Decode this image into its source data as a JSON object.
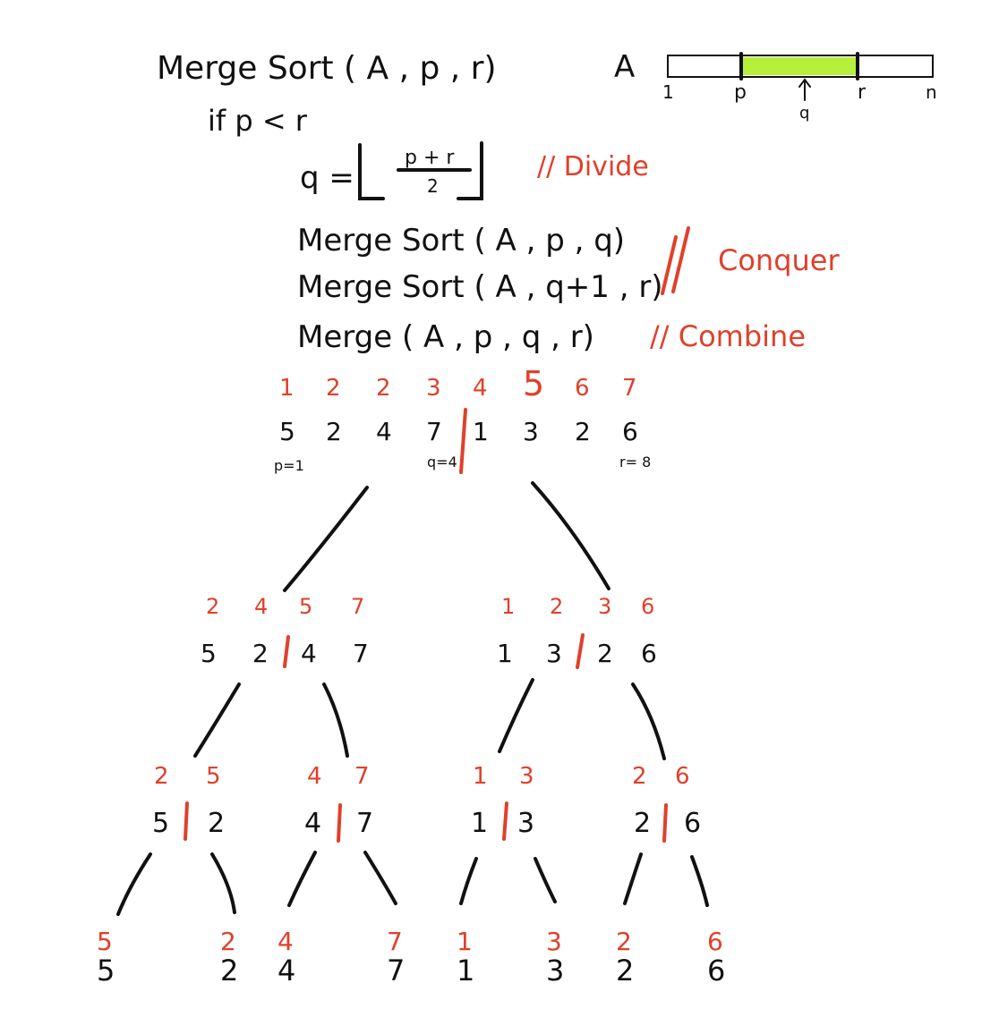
{
  "code": {
    "line1": "Merge Sort ( A , p , r)",
    "line2": "if  p < r",
    "line3_lhs": "q =",
    "line3_num": "p + r",
    "line3_den": "2",
    "line4": "Merge Sort ( A , p , q)",
    "line5": "Merge Sort ( A , q+1 , r)",
    "line6": "Merge ( A , p , q , r)"
  },
  "comments": {
    "divide": "// Divide",
    "conquer_slash": "//",
    "conquer": "Conquer",
    "combine": "// Combine"
  },
  "array_diagram": {
    "name": "A",
    "labels": [
      "1",
      "p",
      "q",
      "r",
      "n"
    ],
    "highlight_color": "#b6f03a"
  },
  "tree": {
    "root_sorted": [
      "1",
      "2",
      "2",
      "3",
      "4",
      "5",
      "6",
      "7"
    ],
    "root_input": [
      "5",
      "2",
      "4",
      "7",
      "1",
      "3",
      "2",
      "6"
    ],
    "root_p": "p=1",
    "root_q": "q=4",
    "root_r": "r= 8",
    "level1": [
      {
        "sorted": [
          "2",
          "4",
          "5",
          "7"
        ],
        "left": [
          "5",
          "2"
        ],
        "right": [
          "4",
          "7"
        ]
      },
      {
        "sorted": [
          "1",
          "2",
          "3",
          "6"
        ],
        "left": [
          "1",
          "3"
        ],
        "right": [
          "2",
          "6"
        ]
      }
    ],
    "level2": [
      {
        "sorted": [
          "2",
          "5"
        ],
        "left": "5",
        "right": "2"
      },
      {
        "sorted": [
          "4",
          "7"
        ],
        "left": "4",
        "right": "7"
      },
      {
        "sorted": [
          "1",
          "3"
        ],
        "left": "1",
        "right": "3"
      },
      {
        "sorted": [
          "2",
          "6"
        ],
        "left": "2",
        "right": "6"
      }
    ],
    "leaves": [
      {
        "red": "5",
        "black": "5"
      },
      {
        "red": "2",
        "black": "2"
      },
      {
        "red": "4",
        "black": "4"
      },
      {
        "red": "7",
        "black": "7"
      },
      {
        "red": "1",
        "black": "1"
      },
      {
        "red": "3",
        "black": "3"
      },
      {
        "red": "2",
        "black": "2"
      },
      {
        "red": "6",
        "black": "6"
      }
    ]
  }
}
